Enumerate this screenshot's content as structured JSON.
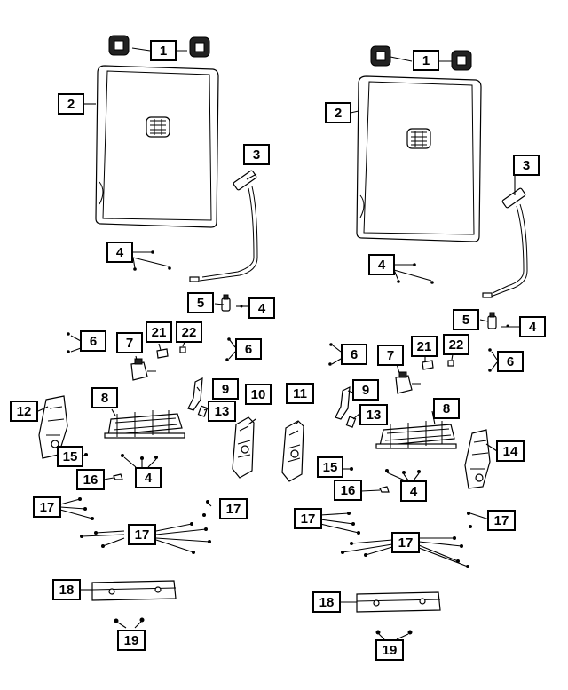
{
  "diagram": {
    "colors": {
      "ink": "#000000",
      "paper": "#ffffff"
    },
    "left_assembly": {
      "callouts": [
        "1",
        "2",
        "3",
        "4",
        "5",
        "4",
        "6",
        "6",
        "7",
        "21",
        "22",
        "8",
        "9",
        "10",
        "12",
        "13",
        "15",
        "16",
        "4",
        "17",
        "17",
        "17",
        "18",
        "19"
      ]
    },
    "right_assembly": {
      "callouts": [
        "1",
        "2",
        "3",
        "4",
        "5",
        "4",
        "6",
        "6",
        "7",
        "21",
        "22",
        "9",
        "8",
        "11",
        "13",
        "14",
        "15",
        "16",
        "4",
        "17",
        "17",
        "17",
        "18",
        "19"
      ]
    }
  }
}
